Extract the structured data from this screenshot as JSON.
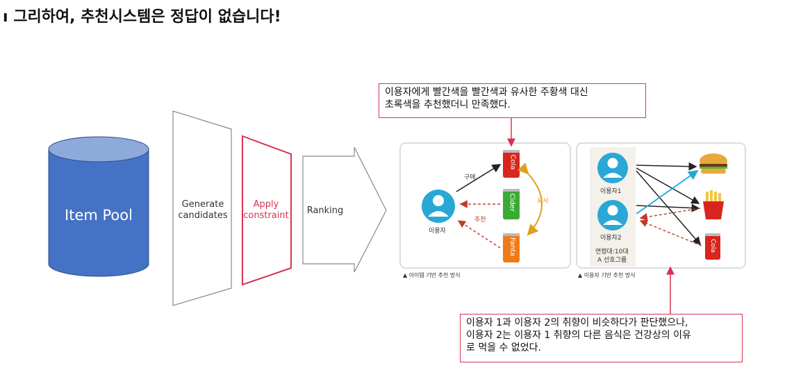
{
  "title": "ı 그리하여, 추천시스템은 정답이 없습니다!",
  "item_pool": "Item Pool",
  "stages": {
    "generate": [
      "Generate",
      "candidates"
    ],
    "apply": [
      "Apply",
      "constraint"
    ],
    "ranking": "Ranking"
  },
  "callout_top": [
    "이용자에게 빨간색을 빨간색과 유사한 주황색 대신",
    "초록색을 추천했더니 만족했다."
  ],
  "callout_bottom": [
    "이용자 1과 이용자 2의 취향이 비슷하다가 판단했으나,",
    "이용자 2는 이용자 1 취향의 다른 음식은 건강상의 이유",
    "로 먹을 수 없었다."
  ],
  "left_panel": {
    "user_label": "이용자",
    "purchase_label": "구매",
    "recommend_label": "추천",
    "similar_label": "유사",
    "cans": [
      "Cola",
      "Cider",
      "Fanta"
    ],
    "caption": "▲ 아이템 기반 추천 방식"
  },
  "right_panel": {
    "user1_label": "이용자1",
    "user2_label": "이용자2",
    "group_line1": "연령대:10대",
    "group_line2": "A 선호그룹",
    "can_label": "Cola",
    "caption": "▲ 이용자 기반 추천 방식"
  },
  "colors": {
    "cylinder_fill": "#4472c4",
    "cylinder_top": "#8eaadb",
    "accent": "#d9324f",
    "recommend_arrow": "#c0392b",
    "similar_arrow": "#e0a020",
    "blue_arrow": "#1fa8d8",
    "avatar": "#29a8d6"
  }
}
